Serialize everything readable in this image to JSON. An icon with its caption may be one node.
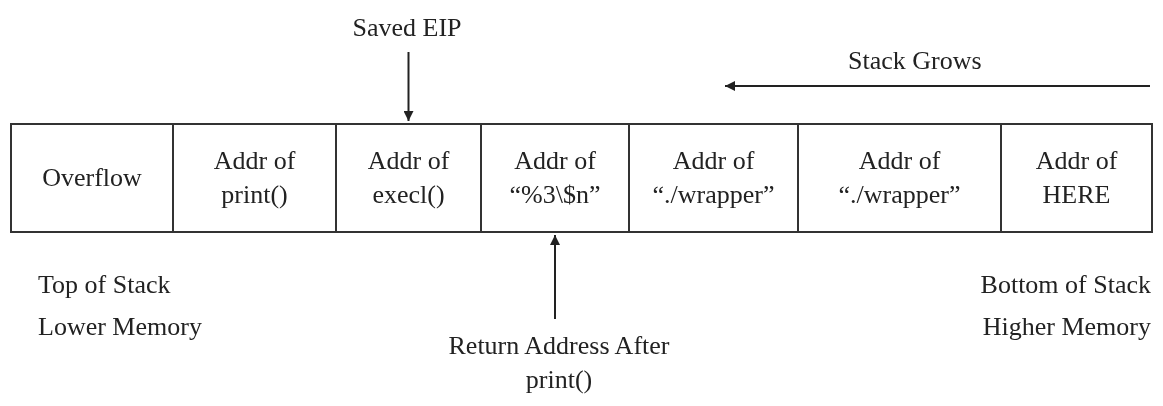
{
  "diagram": {
    "nodes": [
      {
        "text": [
          "Overflow"
        ]
      },
      {
        "text": [
          "Addr of print()"
        ]
      },
      {
        "text": [
          "Addr of execl()"
        ]
      },
      {
        "text": [
          "Addr of “%3\\$n”"
        ]
      },
      {
        "text": [
          "Addr of “./wrapper”"
        ]
      },
      {
        "text": [
          "Addr of “./wrapper”"
        ]
      },
      {
        "text": [
          "Addr of HERE"
        ]
      },
      {
        "text": [
          "Saved EIP"
        ]
      },
      {
        "text": [
          "Return Address After print()"
        ]
      }
    ],
    "edges": [
      {
        "from": 7,
        "to": 2,
        "arrow": "to"
      },
      {
        "from": 8,
        "to": 3,
        "arrow": "to"
      }
    ],
    "labels": [
      "Stack Grows",
      "Top of Stack",
      "Lower Memory",
      "Bottom of Stack",
      "Higher Memory"
    ]
  }
}
